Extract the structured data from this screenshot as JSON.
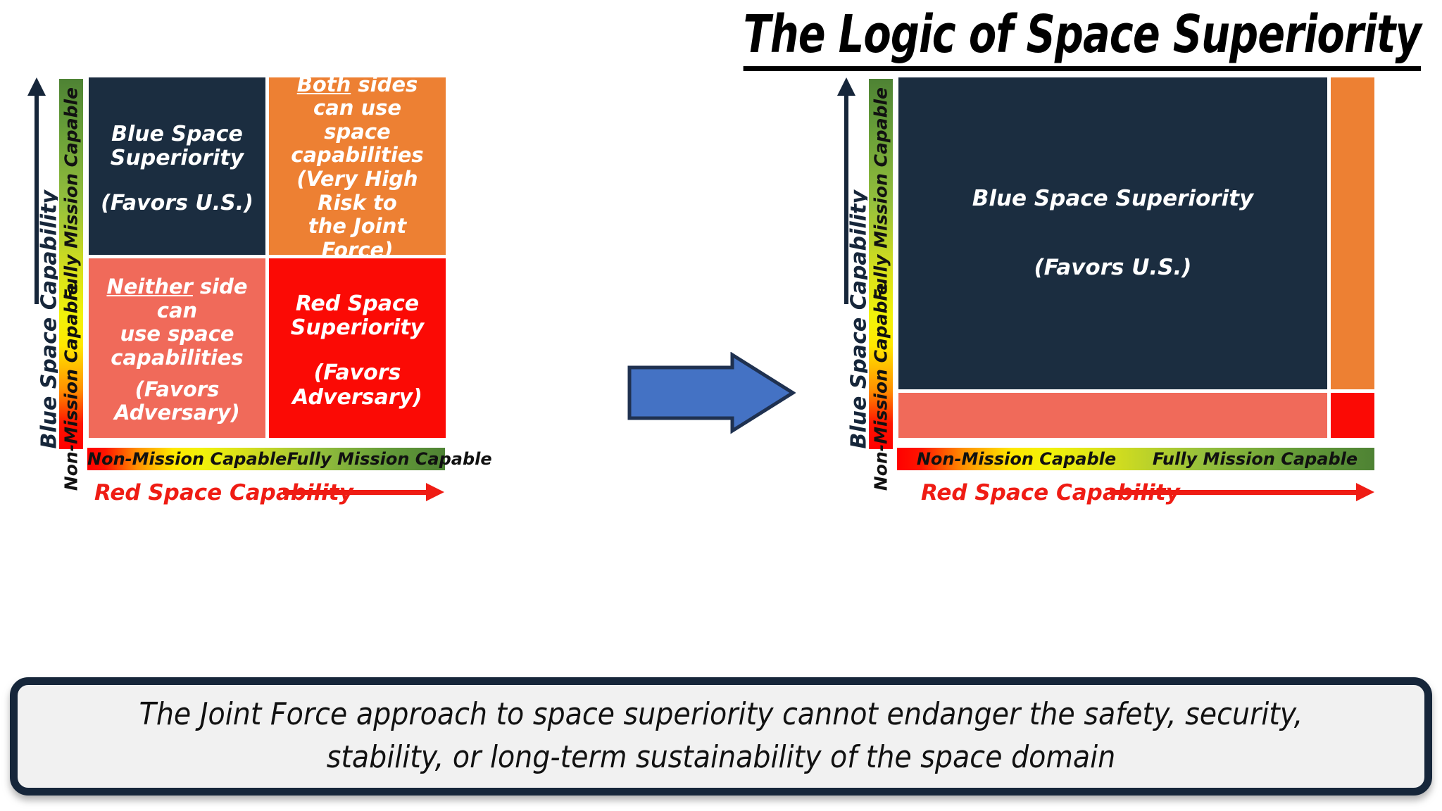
{
  "title": "The Logic of Space Superiority",
  "colors": {
    "navy": "#1b2d40",
    "orange": "#ed8033",
    "salmon": "#f06a5a",
    "red": "#fb0a05",
    "blue_arrow": "#4472c4",
    "arrow_outline": "#1f3150",
    "red_text": "#ef1c14",
    "caption_bg": "#f1f1f1",
    "caption_border": "#16263a"
  },
  "left_matrix": {
    "y_axis_label": "Blue Space Capability",
    "y_scale_top": "Fully Mission Capable",
    "y_scale_bottom": "Non-Mission Capable",
    "x_scale_left": "Non-Mission Capable",
    "x_scale_right": "Fully Mission Capable",
    "x_axis_label": "Red Space Capability",
    "quadrants": [
      {
        "name": "blue-space-superiority",
        "color": "navy",
        "line1": "Blue Space",
        "line2": "Superiority",
        "note": "(Favors U.S.)"
      },
      {
        "name": "both-sides-can-use",
        "color": "orange",
        "line1_underline": "Both",
        "line1_rest": " sides can use",
        "line2": "space capabilities",
        "note_line1": "(Very High Risk to",
        "note_line2": "the Joint Force)"
      },
      {
        "name": "neither-side-can-use",
        "color": "salmon",
        "line1_underline": "Neither",
        "line1_rest": " side can",
        "line2": "use space",
        "line3": "capabilities",
        "note_line1": "(Favors",
        "note_line2": "Adversary)"
      },
      {
        "name": "red-space-superiority",
        "color": "red",
        "line1": "Red Space",
        "line2": "Superiority",
        "note_line1": "(Favors",
        "note_line2": "Adversary)"
      }
    ]
  },
  "right_matrix": {
    "y_axis_label": "Blue Space Capability",
    "y_scale_top": "Fully Mission Capable",
    "y_scale_bottom": "Non-Mission Capable",
    "x_scale_left": "Non-Mission Capable",
    "x_scale_right": "Fully Mission Capable",
    "x_axis_label": "Red Space Capability",
    "main_cell": {
      "name": "blue-space-superiority-expanded",
      "color": "navy",
      "line1": "Blue Space Superiority",
      "note": "(Favors U.S.)"
    },
    "strips": [
      {
        "name": "orange-strip",
        "color": "orange",
        "label": ""
      },
      {
        "name": "salmon-strip",
        "color": "salmon",
        "label": ""
      },
      {
        "name": "red-corner",
        "color": "red",
        "label": ""
      }
    ]
  },
  "transition_arrow": {
    "name": "transition-arrow",
    "direction": "right"
  },
  "caption": {
    "line1": "The Joint Force approach to space superiority cannot endanger the safety, security,",
    "line2": "stability, or long-term sustainability of the space domain"
  },
  "chart_data": {
    "type": "table",
    "title": "The Logic of Space Superiority",
    "xlabel": "Red Space Capability",
    "ylabel": "Blue Space Capability",
    "x_categories": [
      "Non-Mission Capable",
      "Fully Mission Capable"
    ],
    "y_categories": [
      "Fully Mission Capable",
      "Non-Mission Capable"
    ],
    "panels": [
      {
        "name": "current-state",
        "cells": [
          {
            "x": "Non-Mission Capable",
            "y": "Fully Mission Capable",
            "label": "Blue Space Superiority (Favors U.S.)",
            "color": "#1b2d40",
            "area_pct": 25
          },
          {
            "x": "Fully Mission Capable",
            "y": "Fully Mission Capable",
            "label": "Both sides can use space capabilities (Very High Risk to the Joint Force)",
            "color": "#ed8033",
            "area_pct": 25
          },
          {
            "x": "Non-Mission Capable",
            "y": "Non-Mission Capable",
            "label": "Neither side can use space capabilities (Favors Adversary)",
            "color": "#f06a5a",
            "area_pct": 25
          },
          {
            "x": "Fully Mission Capable",
            "y": "Non-Mission Capable",
            "label": "Red Space Superiority (Favors Adversary)",
            "color": "#fb0a05",
            "area_pct": 25
          }
        ]
      },
      {
        "name": "desired-end-state",
        "cells": [
          {
            "x": "Non-Mission Capable",
            "y": "Fully Mission Capable",
            "label": "Blue Space Superiority (Favors U.S.)",
            "color": "#1b2d40",
            "area_pct": 79
          },
          {
            "x": "Fully Mission Capable",
            "y": "Fully Mission Capable",
            "label": "",
            "color": "#ed8033",
            "area_pct": 9
          },
          {
            "x": "Non-Mission Capable",
            "y": "Non-Mission Capable",
            "label": "",
            "color": "#f06a5a",
            "area_pct": 10
          },
          {
            "x": "Fully Mission Capable",
            "y": "Non-Mission Capable",
            "label": "",
            "color": "#fb0a05",
            "area_pct": 2
          }
        ]
      }
    ]
  }
}
